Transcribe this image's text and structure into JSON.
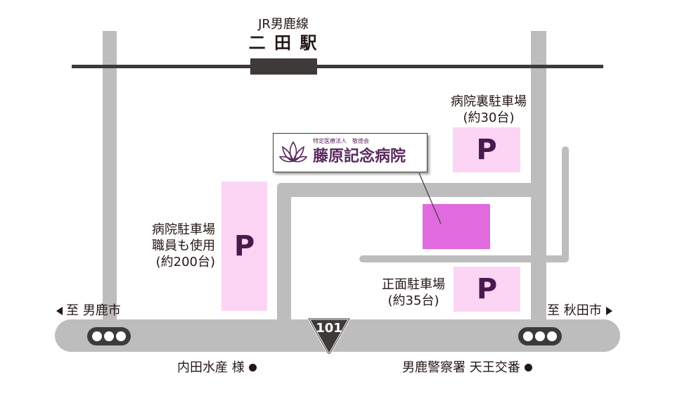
{
  "station": {
    "line": "JR男鹿線",
    "name": "二 田 駅"
  },
  "hospital": {
    "corp": "特定医療法人　敬徳会",
    "name": "藤原記念病院"
  },
  "parking": {
    "back": {
      "label1": "病院裏駐車場",
      "label2": "(約30台)",
      "symbol": "P"
    },
    "side": {
      "label1": "病院駐車場",
      "label2": "職員も使用",
      "label3": "(約200台)",
      "symbol": "P"
    },
    "front": {
      "label1": "正面駐車場",
      "label2": "(約35台)",
      "symbol": "P"
    }
  },
  "directions": {
    "left": "至 男鹿市",
    "right": "至 秋田市"
  },
  "route": {
    "number": "101"
  },
  "landmarks": {
    "left": "内田水産 様",
    "right": "男鹿警察署 天王交番"
  },
  "colors": {
    "road": "#bdbdbd",
    "rail": "#3e3a39",
    "parking": "#fcd5f5",
    "hospital_building": "#e06ade",
    "text": "#231815",
    "logo": "#5a2a5e"
  }
}
